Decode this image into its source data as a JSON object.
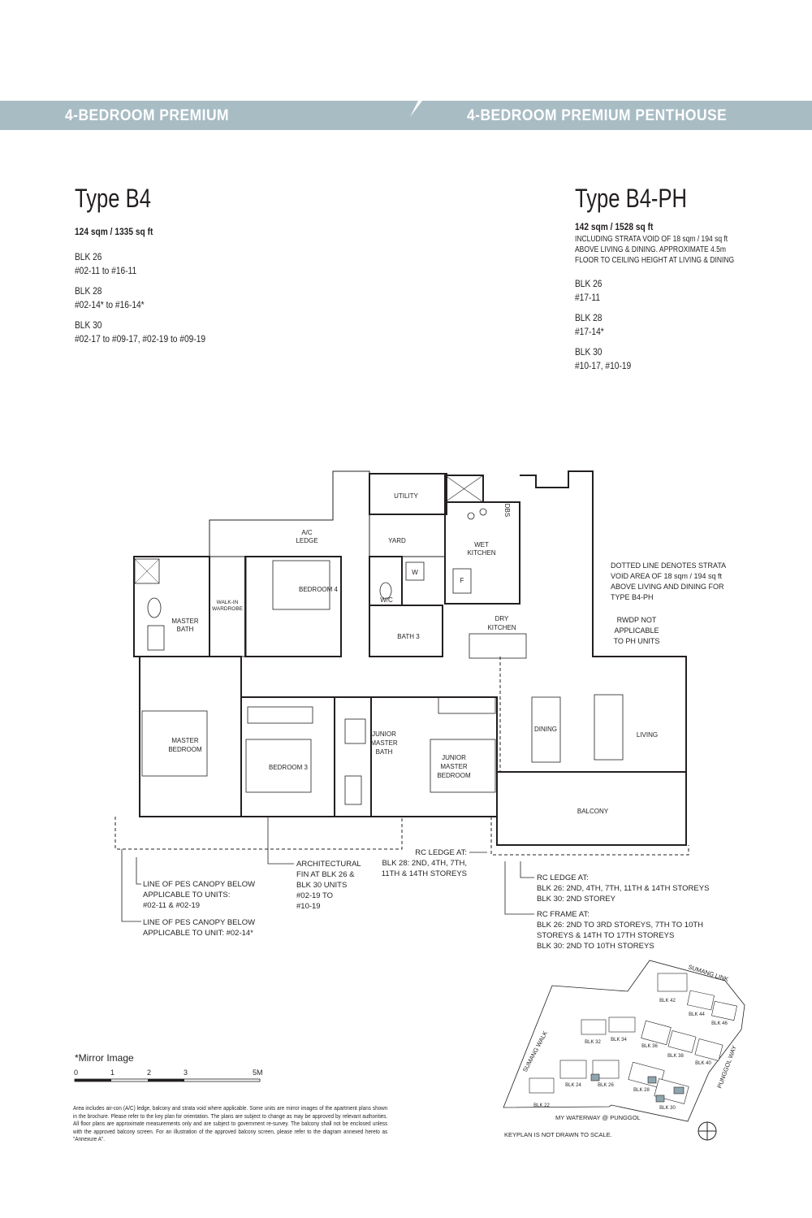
{
  "header": {
    "left_title": "4-BEDROOM PREMIUM",
    "right_title": "4-BEDROOM PREMIUM PENTHOUSE",
    "bar_color": "#a8bcc4"
  },
  "type_b4": {
    "title": "Type B4",
    "area": "124 sqm / 1335 sq ft",
    "blocks": [
      {
        "blk": "BLK 26",
        "units": "#02-11 to #16-11"
      },
      {
        "blk": "BLK 28",
        "units": "#02-14* to #16-14*"
      },
      {
        "blk": "BLK 30",
        "units": "#02-17 to #09-17, #02-19 to #09-19"
      }
    ]
  },
  "type_b4ph": {
    "title": "Type B4-PH",
    "area": "142 sqm / 1528 sq ft",
    "area_note": [
      "INCLUDING STRATA VOID OF 18 sqm / 194 sq ft",
      "ABOVE LIVING & DINING. APPROXIMATE 4.5m",
      "FLOOR TO CEILING HEIGHT AT LIVING & DINING"
    ],
    "blocks": [
      {
        "blk": "BLK 26",
        "units": "#17-11"
      },
      {
        "blk": "BLK 28",
        "units": "#17-14*"
      },
      {
        "blk": "BLK 30",
        "units": "#10-17, #10-19"
      }
    ]
  },
  "floorplan": {
    "rooms": {
      "utility": "UTILITY",
      "ac_ledge": [
        "A/C",
        "LEDGE"
      ],
      "yard": "YARD",
      "wet_kitchen": [
        "WET",
        "KITCHEN"
      ],
      "dbs": "DBS",
      "wc": "W/C",
      "washer": "W",
      "fridge": "F",
      "bedroom4": "BEDROOM 4",
      "walk_in_wardrobe": [
        "WALK-IN",
        "WARDROBE"
      ],
      "master_bath": [
        "MASTER",
        "BATH"
      ],
      "bath3": "BATH 3",
      "dry_kitchen": [
        "DRY",
        "KITCHEN"
      ],
      "master_bedroom": [
        "MASTER",
        "BEDROOM"
      ],
      "bedroom3": "BEDROOM 3",
      "junior_master_bath": [
        "JUNIOR",
        "MASTER",
        "BATH"
      ],
      "junior_master_bedroom": [
        "JUNIOR",
        "MASTER",
        "BEDROOM"
      ],
      "dining": "DINING",
      "living": "LIVING",
      "balcony": "BALCONY"
    },
    "notes": {
      "dotted_line": [
        "DOTTED LINE DENOTES STRATA",
        "VOID AREA OF 18 sqm / 194 sq ft",
        "ABOVE LIVING AND DINING FOR",
        "TYPE B4-PH"
      ],
      "rwdp": [
        "RWDP NOT",
        "APPLICABLE",
        "TO PH UNITS"
      ],
      "pes_1": [
        "LINE OF PES CANOPY BELOW",
        "APPLICABLE TO UNITS:",
        "#02-11 & #02-19"
      ],
      "pes_2": [
        "LINE OF PES CANOPY BELOW",
        "APPLICABLE TO UNIT: #02-14*"
      ],
      "fin": [
        "ARCHITECTURAL",
        "FIN AT BLK 26 &",
        "BLK 30 UNITS",
        "#02-19 TO",
        "#10-19"
      ],
      "rc_ledge_28": [
        "RC LEDGE AT:",
        "BLK 28: 2ND, 4TH, 7TH,",
        "11TH & 14TH STOREYS"
      ],
      "rc_ledge": [
        "RC LEDGE AT:",
        "BLK 26: 2ND, 4TH, 7TH, 11TH & 14TH STOREYS",
        "BLK 30: 2ND STOREY"
      ],
      "rc_frame": [
        "RC FRAME AT:",
        "BLK 26: 2ND TO 3RD STOREYS, 7TH TO 10TH",
        "STOREYS & 14TH TO 17TH STOREYS",
        "BLK 30: 2ND TO 10TH STOREYS"
      ]
    }
  },
  "keyplan": {
    "roads": [
      "SUMANG LINK",
      "SUMANG WALK",
      "PUNGGOL WAY",
      "MY WATERWAY @ PUNGGOL"
    ],
    "blocks": [
      "BLK 22",
      "BLK 24",
      "BLK 26",
      "BLK 28",
      "BLK 30",
      "BLK 32",
      "BLK 34",
      "BLK 36",
      "BLK 38",
      "BLK 40",
      "BLK 42",
      "BLK 44",
      "BLK 46"
    ],
    "note": "KEYPLAN IS NOT DRAWN TO SCALE.",
    "highlight_color": "#8fa5ad",
    "north_icon": "compass-north-icon"
  },
  "footer": {
    "mirror_note": "*Mirror Image",
    "scale_labels": [
      "0",
      "1",
      "2",
      "3",
      "5M"
    ],
    "disclaimer": "Area includes air-con (A/C) ledge, balcony and strata void where applicable. Some units are mirror images of the apartment plans shown in the brochure. Please refer to the key plan for orientation. The plans are subject to change as may be approved by relevant authorities. All floor plans are approximate measurements only and are subject to government re-survey. The balcony shall not be enclosed unless with the approved balcony screen. For an illustration of the approved balcony screen, please refer to the diagram annexed hereto as \"Annexure A\"."
  }
}
